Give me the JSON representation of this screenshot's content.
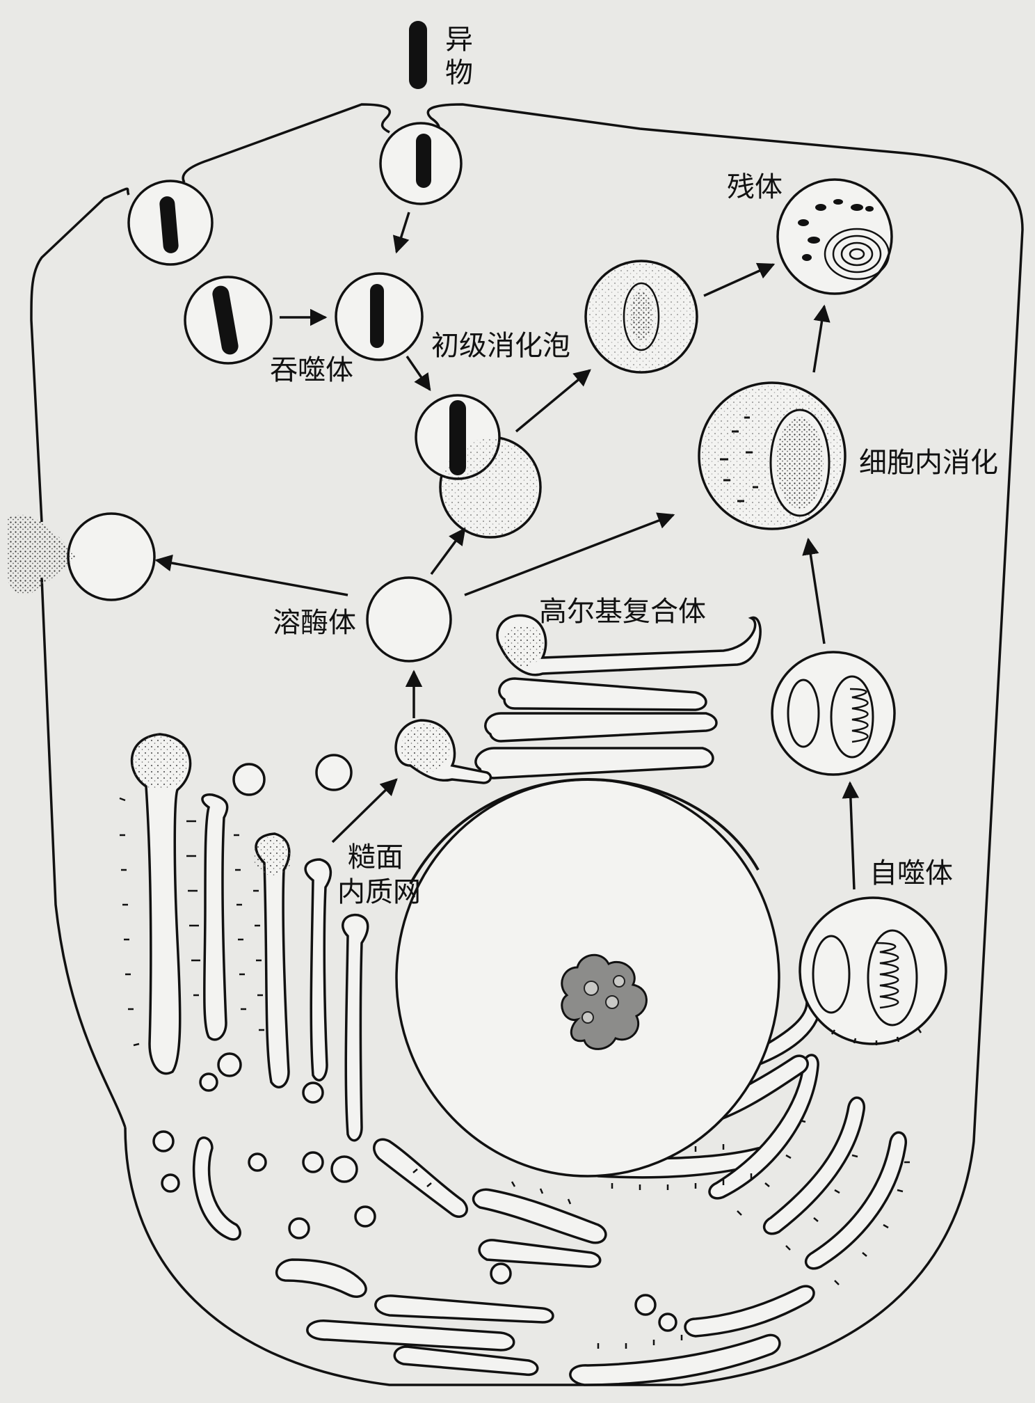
{
  "labels": {
    "foreign_matter_line1": "异",
    "foreign_matter_line2": "物",
    "residual_body": "残体",
    "phagosome": "吞噬体",
    "primary_digestive_vacuole": "初级消化泡",
    "intracellular_digestion": "细胞内消化",
    "lysosome": "溶酶体",
    "golgi_complex": "高尔基复合体",
    "rough_er_line1": "糙面",
    "rough_er_line2": "内质网",
    "autophagosome": "自噬体"
  },
  "colors": {
    "background": "#e9e9e6",
    "line": "#111111",
    "organelle_fill": "#f3f3f1",
    "stipple": "#333333"
  }
}
